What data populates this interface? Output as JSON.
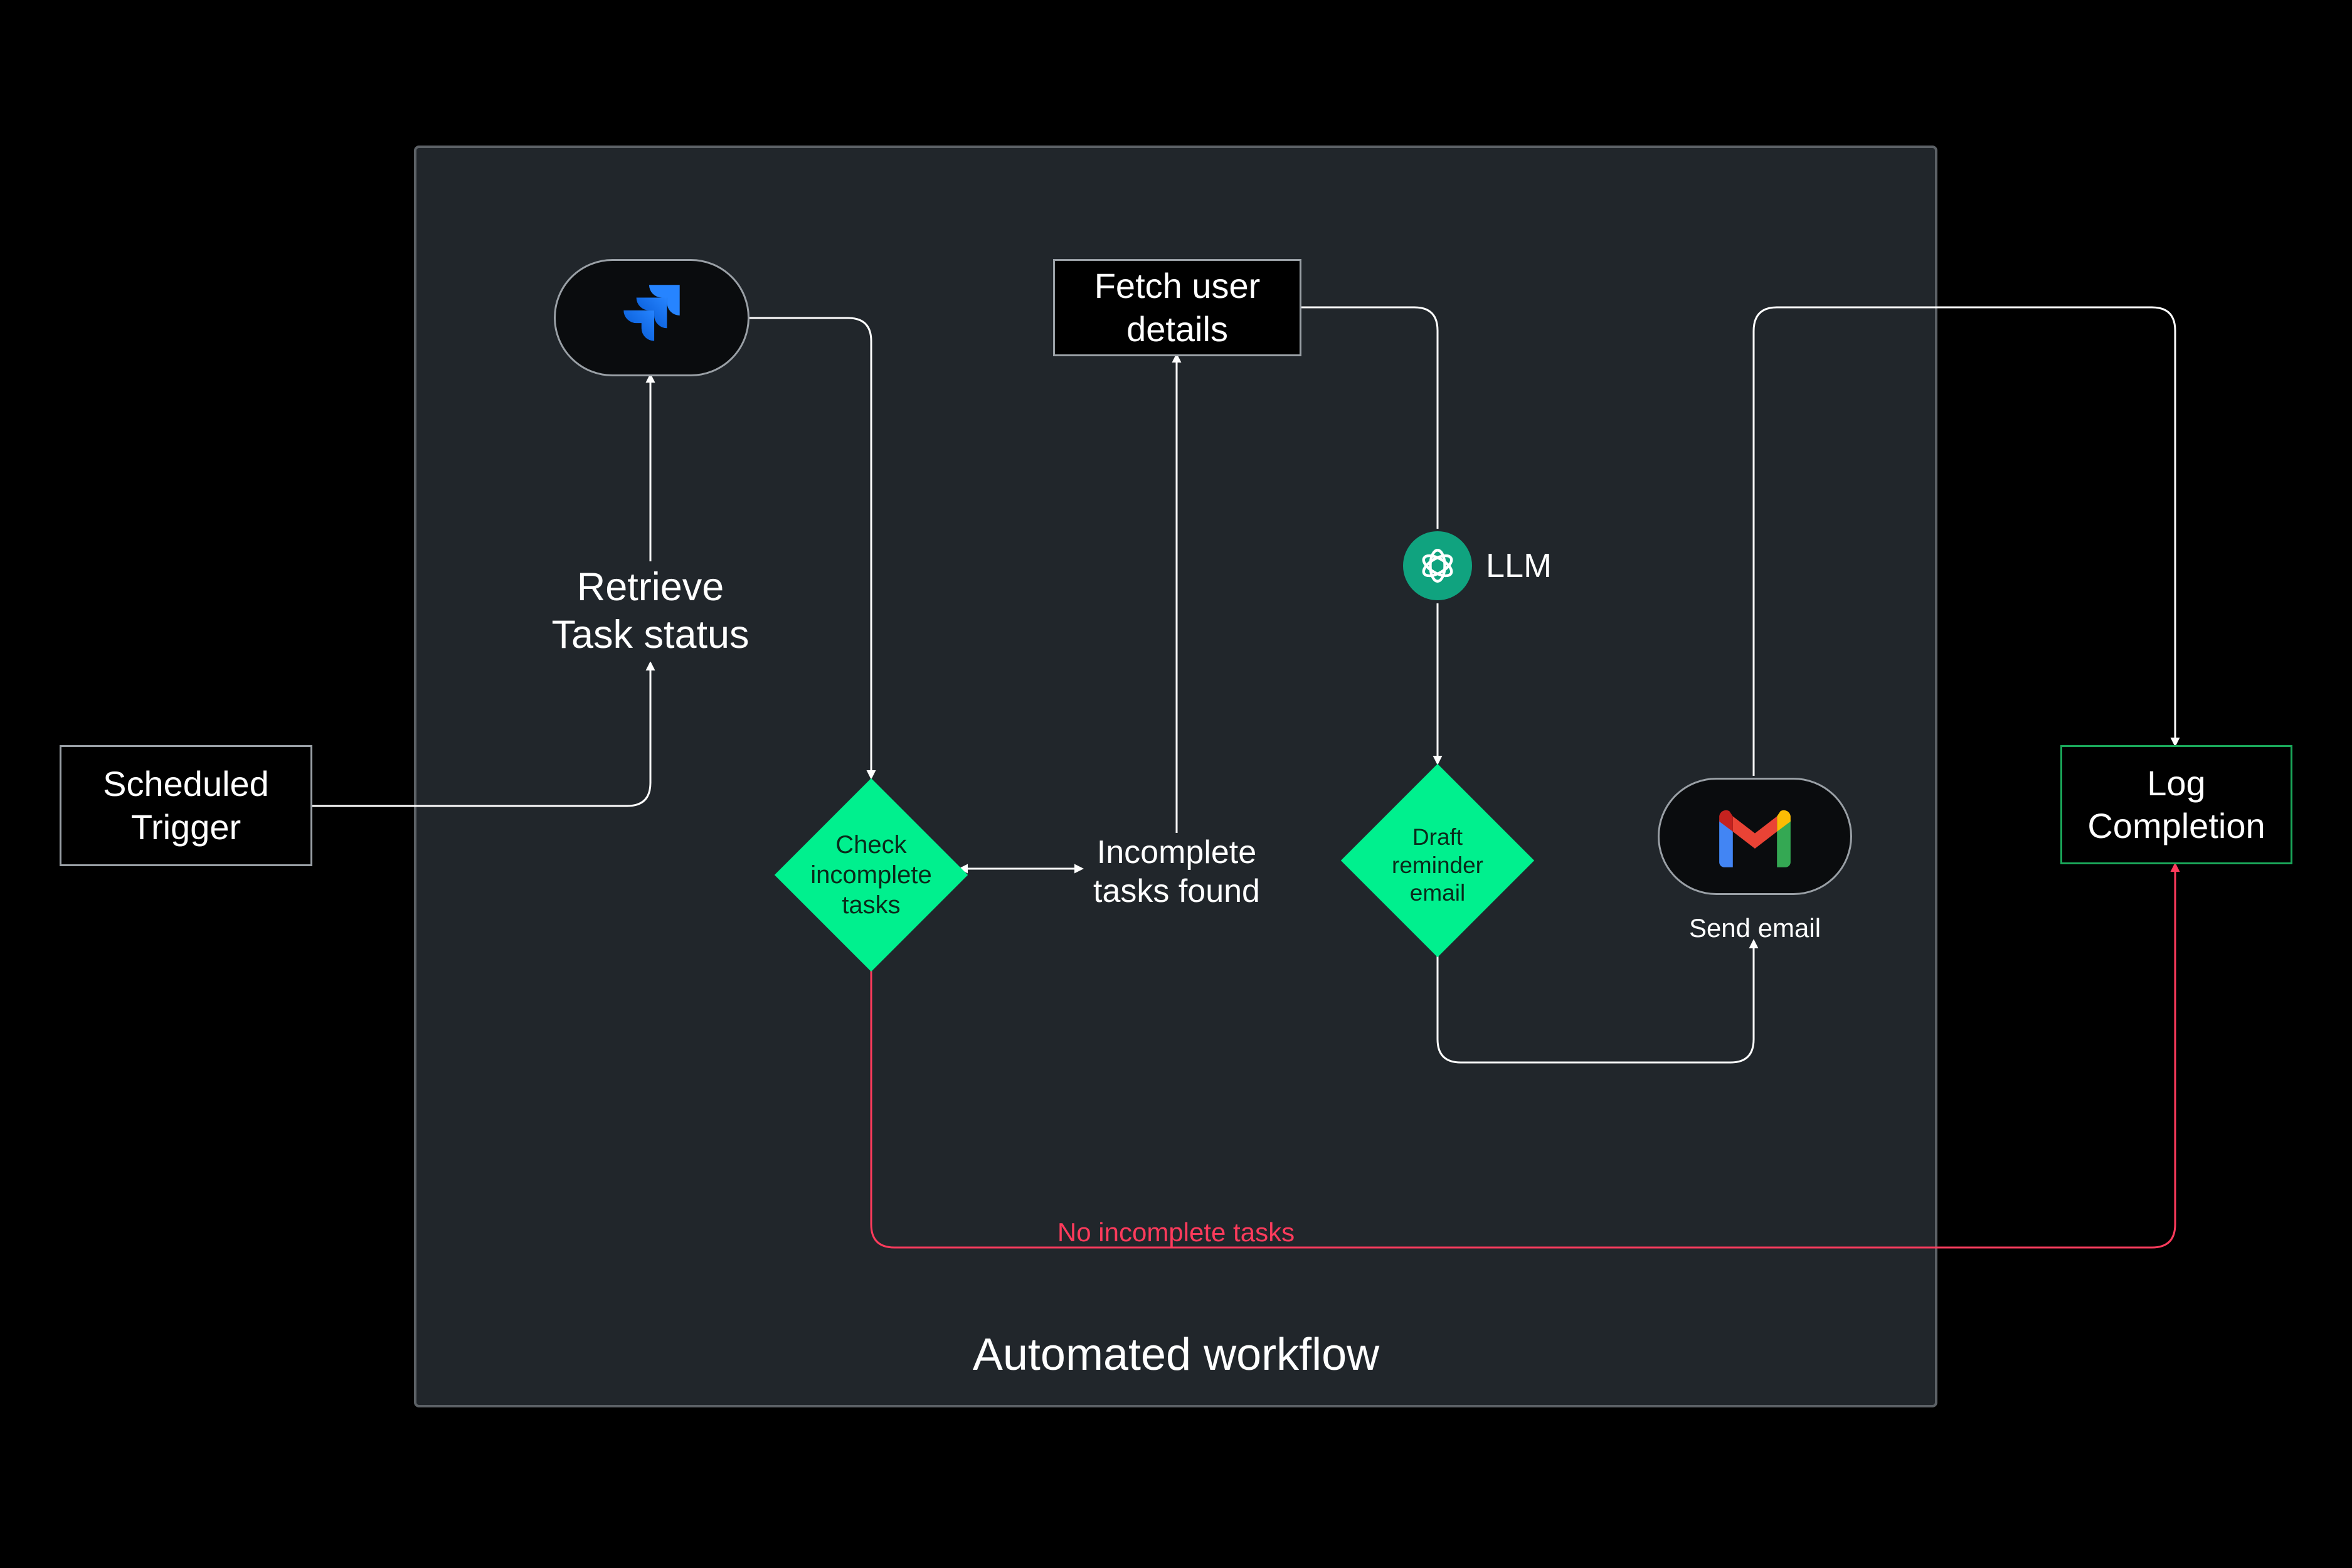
{
  "colors": {
    "background": "#000000",
    "panel": "#21262b",
    "panel_border": "#5c6166",
    "connector": "#ffffff",
    "negative_path": "#ff3b5c",
    "decision_fill": "#00f08e",
    "completion_border": "#1aa85a",
    "jira_blue": "#2684ff",
    "llm_green": "#10a37f"
  },
  "panel": {
    "title": "Automated workflow"
  },
  "nodes": {
    "scheduled_trigger": {
      "label": "Scheduled\nTrigger"
    },
    "retrieve_task_status": {
      "label": "Retrieve\nTask status"
    },
    "jira": {
      "icon": "jira-icon"
    },
    "check_incomplete_tasks": {
      "label": "Check\nincomplete\ntasks"
    },
    "incomplete_tasks_found": {
      "label": "Incomplete\ntasks found"
    },
    "fetch_user_details": {
      "label": "Fetch user\ndetails"
    },
    "llm": {
      "label": "LLM",
      "icon": "openai-icon"
    },
    "draft_reminder_email": {
      "label": "Draft\nreminder\nemail"
    },
    "gmail": {
      "label": "Send email",
      "icon": "gmail-icon"
    },
    "log_completion": {
      "label": "Log\nCompletion"
    }
  },
  "edges": {
    "no_incomplete_tasks": {
      "label": "No incomplete tasks"
    }
  }
}
